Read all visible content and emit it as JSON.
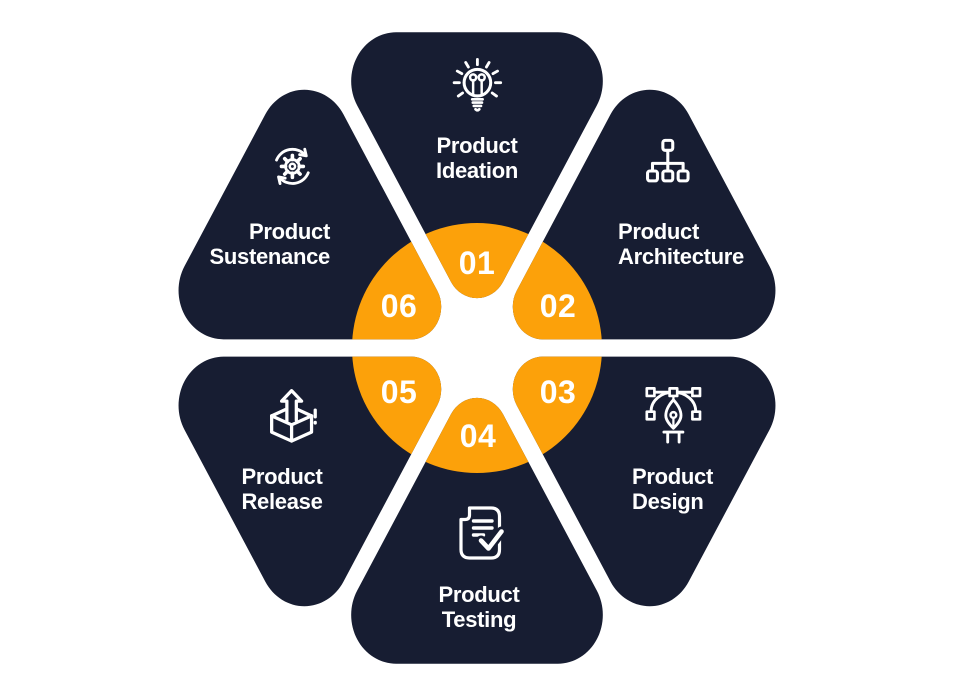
{
  "diagram": {
    "type": "product-lifecycle-hexagon",
    "colors": {
      "navy": "#171D32",
      "orange": "#FCA10A",
      "text": "#FFFFFF",
      "background": "#FFFFFF"
    },
    "segments": [
      {
        "number": "01",
        "label_line1": "Product",
        "label_line2": "Ideation",
        "icon": "idea-bulb-icon"
      },
      {
        "number": "02",
        "label_line1": "Product",
        "label_line2": "Architecture",
        "icon": "sitemap-icon"
      },
      {
        "number": "03",
        "label_line1": "Product",
        "label_line2": "Design",
        "icon": "pen-tool-icon"
      },
      {
        "number": "04",
        "label_line1": "Product",
        "label_line2": "Testing",
        "icon": "document-check-icon"
      },
      {
        "number": "05",
        "label_line1": "Product",
        "label_line2": "Release",
        "icon": "box-arrow-up-icon"
      },
      {
        "number": "06",
        "label_line1": "Product",
        "label_line2": "Sustenance",
        "icon": "gear-cycle-icon"
      }
    ]
  }
}
